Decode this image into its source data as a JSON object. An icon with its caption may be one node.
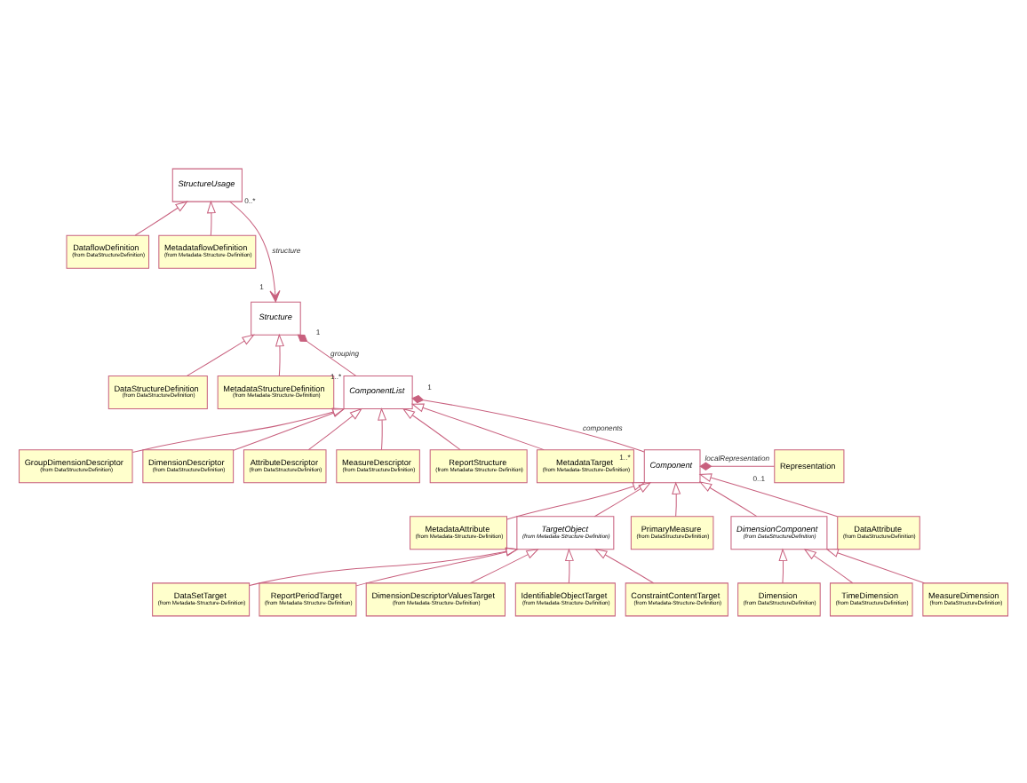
{
  "diagram": {
    "nodes": [
      {
        "text": [
          "StructureUsage"
        ]
      },
      {
        "text": [
          "DataflowDefinition",
          "(from DataStructureDefinition)"
        ]
      },
      {
        "text": [
          "MetadataflowDefinition",
          "(from Metadata-Structure-Definition)"
        ]
      },
      {
        "text": [
          "Structure"
        ]
      },
      {
        "text": [
          "DataStructureDefinition",
          "(from DataStructureDefinition)"
        ]
      },
      {
        "text": [
          "MetadataStructureDefinition",
          "(from Metadata-Structure-Definition)"
        ]
      },
      {
        "text": [
          "ComponentList"
        ]
      },
      {
        "text": [
          "GroupDimensionDescriptor",
          "(from DataStructureDefinition)"
        ]
      },
      {
        "text": [
          "DimensionDescriptor",
          "(from DataStructureDefinition)"
        ]
      },
      {
        "text": [
          "AttributeDescriptor",
          "(from DataStructureDefinition)"
        ]
      },
      {
        "text": [
          "MeasureDescriptor",
          "(from DataStructureDefinition)"
        ]
      },
      {
        "text": [
          "ReportStructure",
          "(from Metadata-Structure-Definition)"
        ]
      },
      {
        "text": [
          "MetadataTarget",
          "(from Metadata-Structure-Definition)"
        ]
      },
      {
        "text": [
          "Component"
        ]
      },
      {
        "text": [
          "Representation"
        ]
      },
      {
        "text": [
          "MetadataAttribute",
          "(from Metadata-Structure-Definition)"
        ]
      },
      {
        "text": [
          "TargetObject",
          "(from Metadata-Structure-Definition)"
        ]
      },
      {
        "text": [
          "PrimaryMeasure",
          "(from DataStructureDefinition)"
        ]
      },
      {
        "text": [
          "DimensionComponent",
          "(from DataStructureDefinition)"
        ]
      },
      {
        "text": [
          "DataAttribute",
          "(from DataStructureDefinition)"
        ]
      },
      {
        "text": [
          "Dimension",
          "(from DataStructureDefinition)"
        ]
      },
      {
        "text": [
          "TimeDimension",
          "(from DataStructureDefinition)"
        ]
      },
      {
        "text": [
          "MeasureDimension",
          "(from DataStructureDefinition)"
        ]
      },
      {
        "text": [
          "DataSetTarget",
          "(from Metadata-Structure-Definition)"
        ]
      },
      {
        "text": [
          "ReportPeriodTarget",
          "(from Metadata-Structure-Definition)"
        ]
      },
      {
        "text": [
          "DimensionDescriptorValuesTarget",
          "(from Metadata-Structure-Definition)"
        ]
      },
      {
        "text": [
          "IdentifiableObjectTarget",
          "(from Metadata-Structure-Definition)"
        ]
      },
      {
        "text": [
          "ConstraintContentTarget",
          "(from Metadata-Structure-Definition)"
        ]
      }
    ],
    "edges": [
      {
        "from": 0,
        "to": 3,
        "arrow": "to",
        "label": "structure"
      },
      {
        "from": 1,
        "to": 0,
        "arrow": "to"
      },
      {
        "from": 2,
        "to": 0,
        "arrow": "to"
      },
      {
        "from": 4,
        "to": 3,
        "arrow": "to"
      },
      {
        "from": 5,
        "to": 3,
        "arrow": "to"
      },
      {
        "from": 3,
        "to": 6,
        "arrow": "other",
        "label": "grouping"
      },
      {
        "from": 7,
        "to": 6,
        "arrow": "to"
      },
      {
        "from": 8,
        "to": 6,
        "arrow": "to"
      },
      {
        "from": 9,
        "to": 6,
        "arrow": "to"
      },
      {
        "from": 10,
        "to": 6,
        "arrow": "to"
      },
      {
        "from": 11,
        "to": 6,
        "arrow": "to"
      },
      {
        "from": 12,
        "to": 6,
        "arrow": "to"
      },
      {
        "from": 6,
        "to": 13,
        "arrow": "other",
        "label": "components"
      },
      {
        "from": 13,
        "to": 14,
        "arrow": "other",
        "label": "localRepresentation"
      },
      {
        "from": 15,
        "to": 13,
        "arrow": "to"
      },
      {
        "from": 16,
        "to": 13,
        "arrow": "to"
      },
      {
        "from": 17,
        "to": 13,
        "arrow": "to"
      },
      {
        "from": 18,
        "to": 13,
        "arrow": "to"
      },
      {
        "from": 19,
        "to": 13,
        "arrow": "to"
      },
      {
        "from": 20,
        "to": 18,
        "arrow": "to"
      },
      {
        "from": 21,
        "to": 18,
        "arrow": "to"
      },
      {
        "from": 22,
        "to": 18,
        "arrow": "to"
      },
      {
        "from": 23,
        "to": 16,
        "arrow": "to"
      },
      {
        "from": 24,
        "to": 16,
        "arrow": "to"
      },
      {
        "from": 25,
        "to": 16,
        "arrow": "to"
      },
      {
        "from": 26,
        "to": 16,
        "arrow": "to"
      },
      {
        "from": 27,
        "to": 16,
        "arrow": "to"
      }
    ],
    "labels": [
      "0..*",
      "1",
      "1",
      "1..*",
      "1",
      "1..*",
      "0..1"
    ]
  }
}
